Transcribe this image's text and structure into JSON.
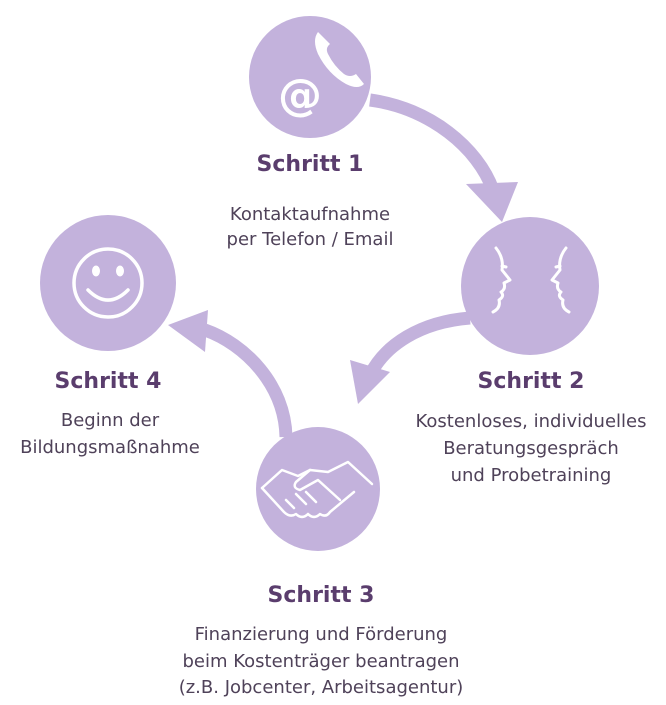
{
  "colors": {
    "circle": "#c3b2dc",
    "arrow": "#c3b2dc",
    "icon": "#ffffff",
    "title": "#5a3d6d",
    "text": "#4f4259"
  },
  "steps": [
    {
      "title": "Schritt 1",
      "lines": [
        "Kontaktaufnahme",
        "per Telefon / Email"
      ],
      "icon": "phone-email-icon"
    },
    {
      "title": "Schritt 2",
      "lines": [
        "Kostenloses, individuelles",
        "Beratungsgespräch",
        "und Probetraining"
      ],
      "icon": "two-faces-icon"
    },
    {
      "title": "Schritt 3",
      "lines": [
        "Finanzierung und Förderung",
        "beim Kostenträger beantragen",
        "(z.B. Jobcenter, Arbeitsagentur)"
      ],
      "icon": "handshake-icon"
    },
    {
      "title": "Schritt 4",
      "lines": [
        "Beginn der",
        "Bildungsmaßnahme"
      ],
      "icon": "smiley-icon"
    }
  ]
}
